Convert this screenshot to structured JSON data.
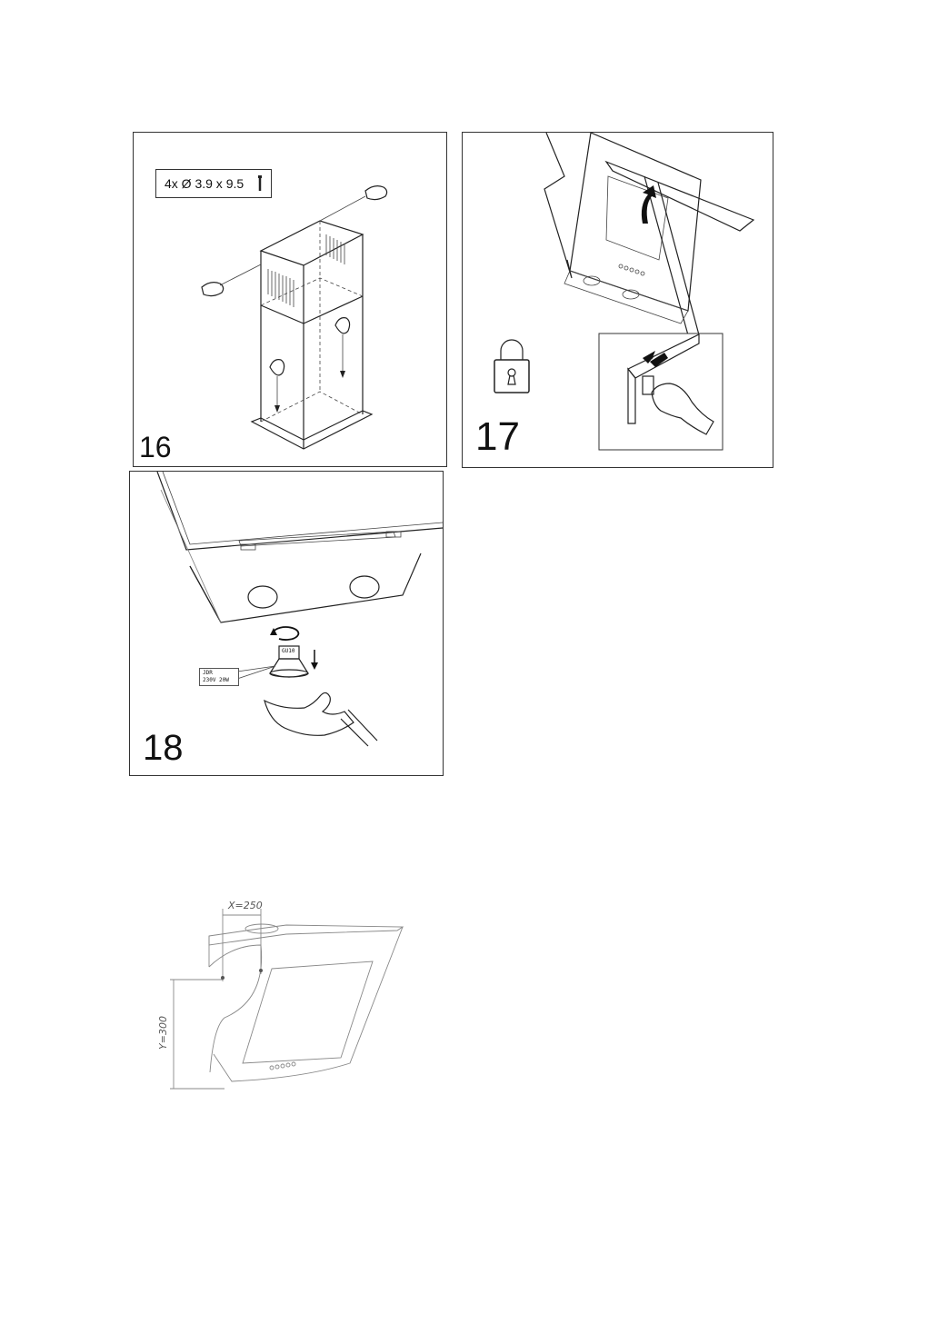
{
  "figure16": {
    "step_number": "16",
    "screw_spec": "4x Ø 3.9 x 9.5",
    "icons": [
      "screw-icon",
      "hand-screwdriver-icon"
    ]
  },
  "figure17": {
    "step_number": "17",
    "icons": [
      "padlock-icon",
      "lift-arrow-icon",
      "press-arrow-icon",
      "hand-icon"
    ]
  },
  "figure18": {
    "step_number": "18",
    "lamp_cap": "GU10",
    "lamp_spec_line1": "JDR",
    "lamp_spec_line2": "230V 20W",
    "icons": [
      "rotate-arrow-icon",
      "down-arrow-icon",
      "open-hand-icon"
    ]
  },
  "mounting_diagram": {
    "x_dimension": "X=250",
    "y_dimension": "Y=300"
  }
}
